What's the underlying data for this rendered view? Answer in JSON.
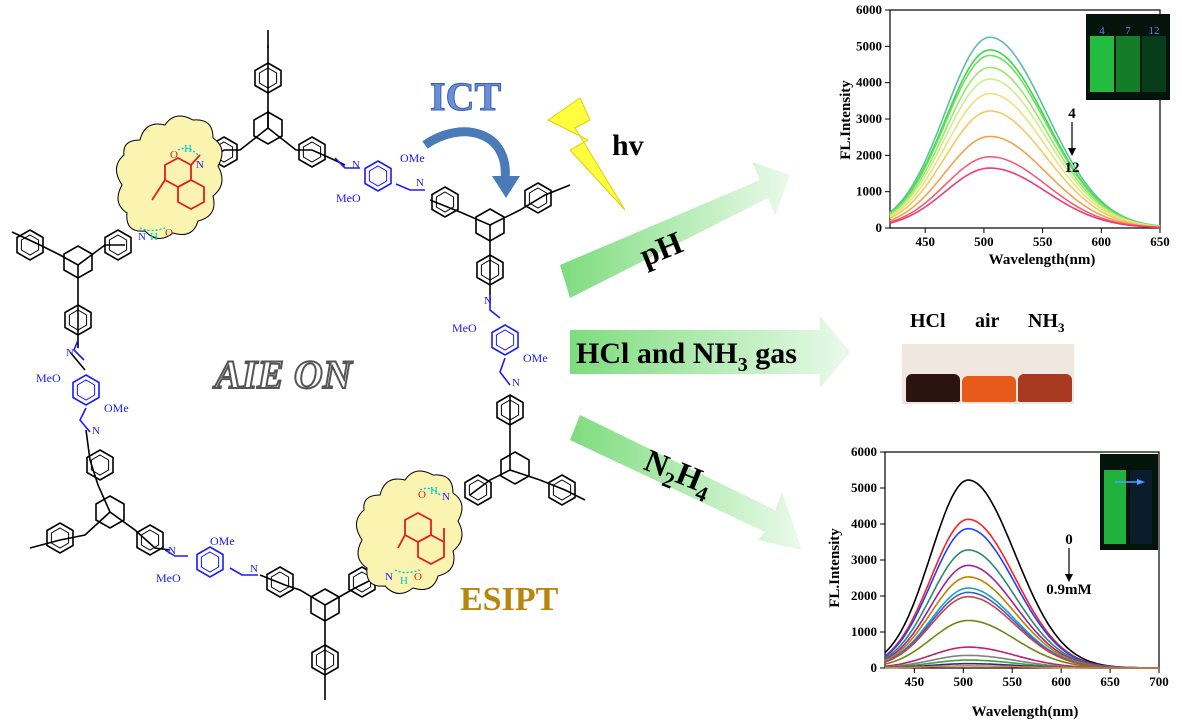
{
  "framework": {
    "center_label": "AIE ON",
    "ict_label": "ICT",
    "esipt_label": "ESIPT",
    "atom_labels": {
      "ome": "OMe",
      "meo": "MeO",
      "n": "N",
      "o": "O",
      "h": "H"
    },
    "colors": {
      "linker": "#1a1aff",
      "core": "#e02020",
      "hbond": "#00cccc",
      "bubble": "#fbf3b0",
      "esipt": "#b8860b",
      "ict": "#6b8fd6"
    }
  },
  "stimuli": {
    "hv": "hv",
    "ph": "pH",
    "gas": "HCl and NH",
    "gas_sub": "3",
    "gas_suffix": " gas",
    "n2h4": "N",
    "n2h4_sub1": "2",
    "n2h4_mid": "H",
    "n2h4_sub2": "4"
  },
  "gas_panel": {
    "labels": [
      "HCl",
      "air",
      "NH"
    ],
    "nh3_sub": "3",
    "swatch_colors": [
      "#2b1410",
      "#e85a1a",
      "#a83a22"
    ]
  },
  "vial_photo_top": {
    "labels": [
      "4",
      "7",
      "12"
    ]
  },
  "chart_data": [
    {
      "type": "line",
      "title": "",
      "xlabel": "Wavelength(nm)",
      "ylabel": "FL.Intensity",
      "xlim": [
        420,
        650
      ],
      "ylim": [
        0,
        6000
      ],
      "xticks": [
        450,
        500,
        550,
        600,
        650
      ],
      "yticks": [
        0,
        1000,
        2000,
        3000,
        4000,
        5000,
        6000
      ],
      "peak_x": 505,
      "annotation": {
        "start": "4",
        "end": "12"
      },
      "series": [
        {
          "peak": 5250,
          "color": "#5cbfa8"
        },
        {
          "peak": 4900,
          "color": "#39d94a"
        },
        {
          "peak": 4750,
          "color": "#6ee05a"
        },
        {
          "peak": 4420,
          "color": "#9ae86a"
        },
        {
          "peak": 4100,
          "color": "#c8f08c"
        },
        {
          "peak": 3700,
          "color": "#f0e07a"
        },
        {
          "peak": 3220,
          "color": "#f6c860"
        },
        {
          "peak": 2520,
          "color": "#f2a24a"
        },
        {
          "peak": 1960,
          "color": "#f06070"
        },
        {
          "peak": 1650,
          "color": "#f03a7a"
        }
      ]
    },
    {
      "type": "line",
      "title": "",
      "xlabel": "Wavelength(nm)",
      "ylabel": "FL.Intensity",
      "xlim": [
        420,
        700
      ],
      "ylim": [
        0,
        6000
      ],
      "xticks": [
        450,
        500,
        550,
        600,
        650,
        700
      ],
      "yticks": [
        0,
        1000,
        2000,
        3000,
        4000,
        5000,
        6000
      ],
      "peak_x": 505,
      "annotation": {
        "start": "0",
        "end": "0.9mM"
      },
      "series": [
        {
          "peak": 5220,
          "color": "#000000"
        },
        {
          "peak": 4130,
          "color": "#ff2020"
        },
        {
          "peak": 3870,
          "color": "#2040ff"
        },
        {
          "peak": 3280,
          "color": "#2a8a6a"
        },
        {
          "peak": 2850,
          "color": "#a020a0"
        },
        {
          "peak": 2530,
          "color": "#c08000"
        },
        {
          "peak": 2220,
          "color": "#20a0c0"
        },
        {
          "peak": 2100,
          "color": "#4060d0"
        },
        {
          "peak": 1980,
          "color": "#d04040"
        },
        {
          "peak": 1320,
          "color": "#6a8a10"
        },
        {
          "peak": 580,
          "color": "#c02070"
        },
        {
          "peak": 350,
          "color": "#808080"
        },
        {
          "peak": 220,
          "color": "#40a040"
        },
        {
          "peak": 120,
          "color": "#203080"
        },
        {
          "peak": 60,
          "color": "#e08040"
        }
      ]
    }
  ]
}
